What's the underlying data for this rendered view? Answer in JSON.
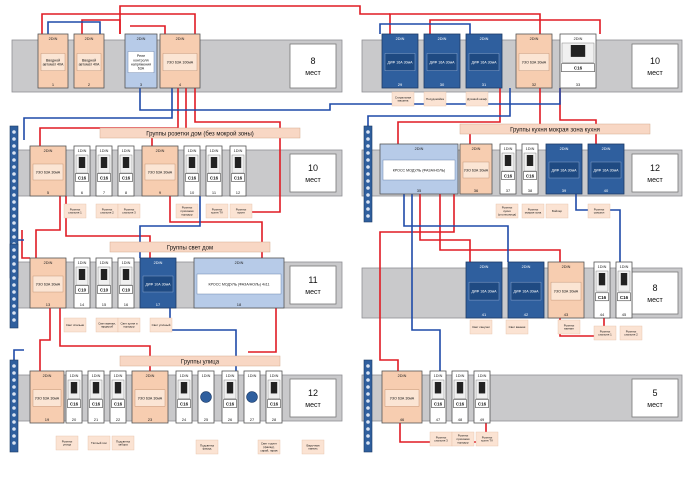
{
  "colors": {
    "rail": "#c9c9cb",
    "rail_edge": "#8f8f94",
    "rcd": "#f7cdb0",
    "rcbo": "#2f5f9e",
    "breaker": "#ffffff",
    "module": "#b7cbe8",
    "bus": "#2f5f9e",
    "wire_red": "#e01b24",
    "wire_blue": "#1f4aa8",
    "group_label": "#f8d7c4",
    "note": "#fbe3d3"
  },
  "rails": [
    {
      "places": "8",
      "unit": "мест"
    },
    {
      "places": "10",
      "unit": "мест"
    },
    {
      "places": "11",
      "unit": "мест"
    },
    {
      "places": "12",
      "unit": "мест"
    },
    {
      "places": "10",
      "unit": "мест"
    },
    {
      "places": "12",
      "unit": "мест"
    },
    {
      "places": "8",
      "unit": "мест"
    },
    {
      "places": "5",
      "unit": "мест"
    }
  ],
  "group_labels": [
    "Группы розетки дом (без мокрой зоны)",
    "Группы свет дом",
    "Группы улица",
    "Группы кухня мокрая зона кухня"
  ],
  "devices": [
    {
      "id": "1",
      "top": "2DIN",
      "label": "Вводной автомат 40А",
      "kind": "rcd"
    },
    {
      "id": "2",
      "top": "2DIN",
      "label": "Вводной автомат 40А",
      "kind": "rcd"
    },
    {
      "id": "3",
      "top": "2DIN",
      "label": "Реле контроля напряжения 63А",
      "kind": "module"
    },
    {
      "id": "4",
      "top": "2DIN",
      "label": "УЗО 63А 100мА",
      "kind": "rcd"
    },
    {
      "id": "5",
      "top": "2DIN",
      "label": "УЗО 63А 30мА",
      "kind": "rcd"
    },
    {
      "id": "6",
      "top": "1DIN",
      "label": "С16",
      "kind": "breaker"
    },
    {
      "id": "7",
      "top": "1DIN",
      "label": "С16",
      "kind": "breaker"
    },
    {
      "id": "8",
      "top": "1DIN",
      "label": "С16",
      "kind": "breaker"
    },
    {
      "id": "9",
      "top": "2DIN",
      "label": "УЗО 63А 30мА",
      "kind": "rcd"
    },
    {
      "id": "10",
      "top": "1DIN",
      "label": "С16",
      "kind": "breaker"
    },
    {
      "id": "11",
      "top": "1DIN",
      "label": "С16",
      "kind": "breaker"
    },
    {
      "id": "12",
      "top": "1DIN",
      "label": "С16",
      "kind": "breaker"
    },
    {
      "id": "13",
      "top": "2DIN",
      "label": "УЗО 63А 30мА",
      "kind": "rcd"
    },
    {
      "id": "14",
      "top": "1DIN",
      "label": "С10",
      "kind": "breaker"
    },
    {
      "id": "15",
      "top": "1DIN",
      "label": "С10",
      "kind": "breaker"
    },
    {
      "id": "16",
      "top": "1DIN",
      "label": "С10",
      "kind": "breaker"
    },
    {
      "id": "17",
      "top": "2DIN",
      "label": "ДИФ 10А 30мА",
      "kind": "rcbo"
    },
    {
      "id": "18",
      "top": "2DIN",
      "label": "КРОСС МОДУЛЬ (ФАЗА/НОЛЬ) 4х11",
      "kind": "module"
    },
    {
      "id": "19",
      "top": "2DIN",
      "label": "УЗО 63А 30мА",
      "kind": "rcd"
    },
    {
      "id": "20",
      "top": "1DIN",
      "label": "С16",
      "kind": "breaker"
    },
    {
      "id": "21",
      "top": "1DIN",
      "label": "С16",
      "kind": "breaker"
    },
    {
      "id": "22",
      "top": "1DIN",
      "label": "С16",
      "kind": "breaker"
    },
    {
      "id": "23",
      "top": "2DIN",
      "label": "УЗО 63А 30мА",
      "kind": "rcd"
    },
    {
      "id": "24",
      "top": "1DIN",
      "label": "С16",
      "kind": "breaker"
    },
    {
      "id": "25",
      "top": "1DIN",
      "label": "",
      "kind": "lamp"
    },
    {
      "id": "26",
      "top": "1DIN",
      "label": "С16",
      "kind": "breaker"
    },
    {
      "id": "27",
      "top": "1DIN",
      "label": "",
      "kind": "lamp"
    },
    {
      "id": "28",
      "top": "1DIN",
      "label": "С16",
      "kind": "breaker"
    },
    {
      "id": "29",
      "top": "2DIN",
      "label": "ДИФ 16А 30мА",
      "kind": "rcbo"
    },
    {
      "id": "30",
      "top": "2DIN",
      "label": "ДИФ 16А 30мА",
      "kind": "rcbo"
    },
    {
      "id": "31",
      "top": "2DIN",
      "label": "ДИФ 16А 30мА",
      "kind": "rcbo"
    },
    {
      "id": "32",
      "top": "2DIN",
      "label": "УЗО 63А 30мА",
      "kind": "rcd"
    },
    {
      "id": "33",
      "top": "2DIN",
      "label": "С16",
      "kind": "breaker2"
    },
    {
      "id": "35",
      "top": "2DIN",
      "label": "КРОСС МОДУЛЬ (ФАЗА/НОЛЬ)",
      "kind": "module"
    },
    {
      "id": "36",
      "top": "2DIN",
      "label": "УЗО 63А 30мА",
      "kind": "rcd"
    },
    {
      "id": "37",
      "top": "1DIN",
      "label": "С16",
      "kind": "breaker"
    },
    {
      "id": "38",
      "top": "1DIN",
      "label": "С16",
      "kind": "breaker"
    },
    {
      "id": "39",
      "top": "2DIN",
      "label": "ДИФ 16А 30мА",
      "kind": "rcbo"
    },
    {
      "id": "40",
      "top": "2DIN",
      "label": "ДИФ 16А 30мА",
      "kind": "rcbo"
    },
    {
      "id": "41",
      "top": "2DIN",
      "label": "ДИФ 16А 30мА",
      "kind": "rcbo"
    },
    {
      "id": "42",
      "top": "2DIN",
      "label": "ДИФ 16А 30мА",
      "kind": "rcbo"
    },
    {
      "id": "43",
      "top": "2DIN",
      "label": "УЗО 63А 30мА",
      "kind": "rcd"
    },
    {
      "id": "44",
      "top": "1DIN",
      "label": "С16",
      "kind": "breaker"
    },
    {
      "id": "45",
      "top": "1DIN",
      "label": "С16",
      "kind": "breaker"
    },
    {
      "id": "46",
      "top": "2DIN",
      "label": "УЗО 63А 30мА",
      "kind": "rcd"
    },
    {
      "id": "47",
      "top": "1DIN",
      "label": "С16",
      "kind": "breaker"
    },
    {
      "id": "48",
      "top": "1DIN",
      "label": "С16",
      "kind": "breaker"
    },
    {
      "id": "49",
      "top": "1DIN",
      "label": "С16",
      "kind": "breaker"
    }
  ],
  "notes": [
    "Розетки спальня 1",
    "Розетки спальня 2",
    "Розетки спальня 3",
    "Розетки прихожая коридор",
    "Розетки кухня TV",
    "Розетки кухня",
    "Свет спальни",
    "Свет ванная, гардероб",
    "Свет кухня и коридор",
    "Свет уличный",
    "Розетки улица",
    "Тёплый пол",
    "Подсветка забора",
    "Подсветка фасад",
    "Свет туалет (фасад), сарай, гараж",
    "Варочная панель",
    "Стиральная машина",
    "Посудомойка",
    "Духовой шкаф",
    "Розетки кухня (столешница)",
    "Розетки мокрая зона",
    "Бойлер",
    "Розетки санузел",
    "Свет санузел",
    "Свет ванная",
    "Розетки ванная"
  ]
}
